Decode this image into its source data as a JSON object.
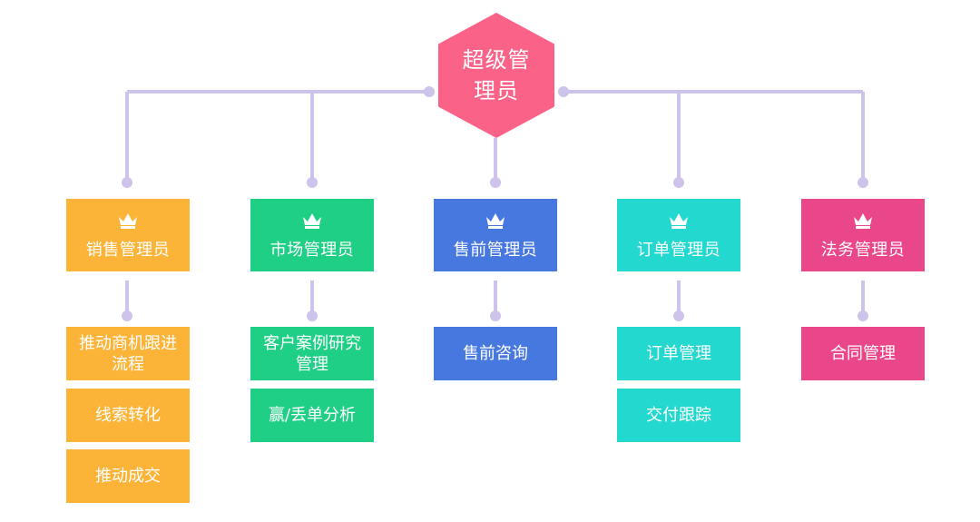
{
  "root": {
    "label": "超级管理员",
    "color": "#fa6387"
  },
  "connector_color": "#cdc3eb",
  "roles": [
    {
      "label": "销售管理员",
      "color": "#fbb437",
      "tasks": [
        "推动商机跟进流程",
        "线索转化",
        "推动成交"
      ]
    },
    {
      "label": "市场管理员",
      "color": "#1fcf85",
      "tasks": [
        "客户案例研究管理",
        "赢/丢单分析"
      ]
    },
    {
      "label": "售前管理员",
      "color": "#4778e0",
      "tasks": [
        "售前咨询"
      ]
    },
    {
      "label": "订单管理员",
      "color": "#22d8cf",
      "tasks": [
        "订单管理",
        "交付跟踪"
      ]
    },
    {
      "label": "法务管理员",
      "color": "#e94789",
      "tasks": [
        "合同管理"
      ]
    }
  ]
}
